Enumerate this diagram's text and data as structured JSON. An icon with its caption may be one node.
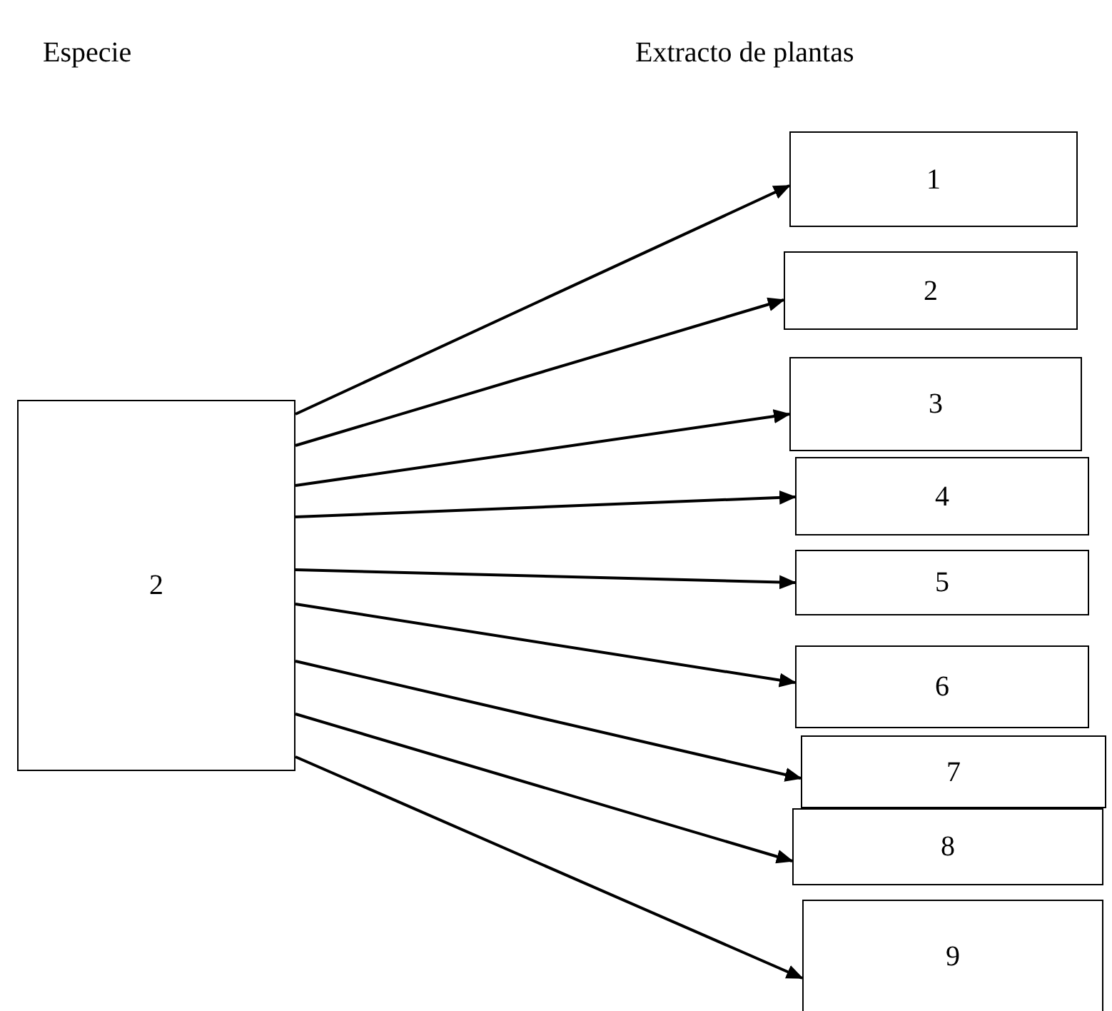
{
  "diagram": {
    "nodes": [
      {
        "text": [
          "2"
        ]
      },
      {
        "text": [
          "1"
        ]
      },
      {
        "text": [
          "2"
        ]
      },
      {
        "text": [
          "3"
        ]
      },
      {
        "text": [
          "4"
        ]
      },
      {
        "text": [
          "5"
        ]
      },
      {
        "text": [
          "6"
        ]
      },
      {
        "text": [
          "7"
        ]
      },
      {
        "text": [
          "8"
        ]
      },
      {
        "text": [
          "9"
        ]
      }
    ],
    "edges": [
      {
        "from": 0,
        "to": 1,
        "arrow": "to"
      },
      {
        "from": 0,
        "to": 2,
        "arrow": "to"
      },
      {
        "from": 0,
        "to": 3,
        "arrow": "to"
      },
      {
        "from": 0,
        "to": 4,
        "arrow": "to"
      },
      {
        "from": 0,
        "to": 5,
        "arrow": "to"
      },
      {
        "from": 0,
        "to": 6,
        "arrow": "to"
      },
      {
        "from": 0,
        "to": 7,
        "arrow": "to"
      },
      {
        "from": 0,
        "to": 8,
        "arrow": "to"
      },
      {
        "from": 0,
        "to": 9,
        "arrow": "to"
      }
    ],
    "labels": [
      "Especie",
      "Extracto de plantas"
    ]
  }
}
